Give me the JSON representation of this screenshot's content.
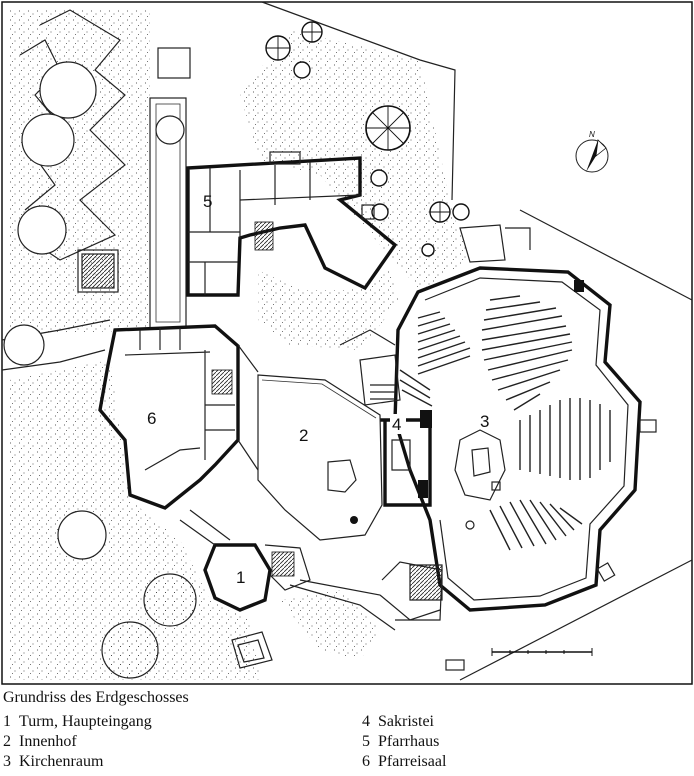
{
  "caption": "Grundriss des Erdgeschosses",
  "legend_left": [
    {
      "num": "1",
      "label": "Turm, Haupteingang"
    },
    {
      "num": "2",
      "label": "Innenhof"
    },
    {
      "num": "3",
      "label": "Kirchenraum"
    }
  ],
  "legend_right": [
    {
      "num": "4",
      "label": "Sakristei"
    },
    {
      "num": "5",
      "label": "Pfarrhaus"
    },
    {
      "num": "6",
      "label": "Pfarreisaal"
    }
  ],
  "room_labels": {
    "r1": "1",
    "r2": "2",
    "r3": "3",
    "r4": "4",
    "r5": "5",
    "r6": "6"
  },
  "north": "N"
}
